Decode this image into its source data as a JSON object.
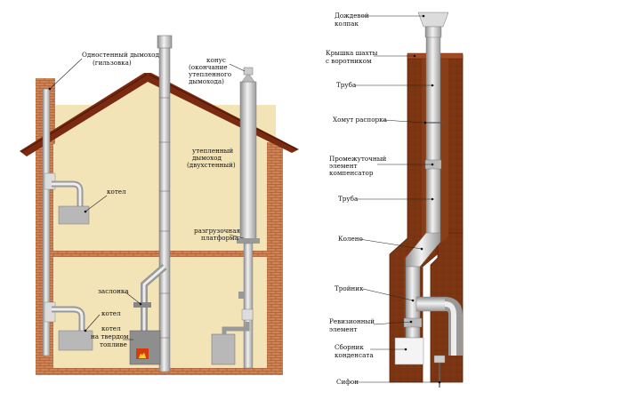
{
  "left_diagram": {
    "labels": {
      "single_wall_line1": "Одностенный дымоход",
      "single_wall_line2": "(гильзовка)",
      "cone_line1": "конус",
      "cone_line2": "(окончание",
      "cone_line3": "утепленного",
      "cone_line4": "дымохода)",
      "insulated_line1": "утепленный",
      "insulated_line2": "дымоход",
      "insulated_line3": "(двухстенный)",
      "platform_line1": "разгрузочная",
      "platform_line2": "платформа",
      "boiler_upper": "котел",
      "damper": "заслонка",
      "boiler_lower": "котел",
      "solid_fuel_line1": "котел",
      "solid_fuel_line2": "на твердом",
      "solid_fuel_line3": "топливе"
    }
  },
  "right_diagram": {
    "labels": {
      "rain_cap_line1": "Дождевой",
      "rain_cap_line2": "колпак",
      "shaft_cover_line1": "Крышка шахты",
      "shaft_cover_line2": "с воротником",
      "pipe_top": "Труба",
      "clamp": "Хомут распорка",
      "compensator_line1": "Промежуточный",
      "compensator_line2": "элемент",
      "compensator_line3": "компенсатор",
      "pipe_mid": "Труба",
      "elbow": "Колено",
      "tee": "Тройник",
      "revision_line1": "Ревизионный",
      "revision_line2": "элемент",
      "condensate_line1": "Сборник",
      "condensate_line2": "конденсата",
      "siphon": "Сифон"
    }
  },
  "colors": {
    "brick": "#c9784a",
    "brick_dark": "#a85a35",
    "roof": "#7a2a10",
    "wall": "#f3e4b8",
    "masonry": "#7b3512",
    "metal": "#c8c8c8"
  }
}
